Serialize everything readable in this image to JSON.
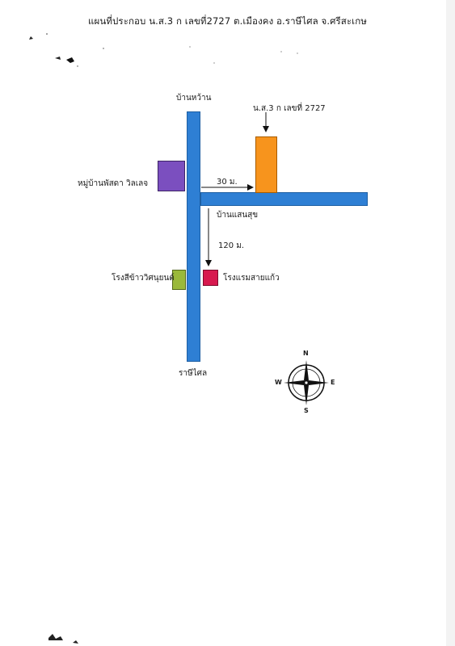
{
  "title": "แผนที่ประกอบ น.ส.3 ก เลขที่2727 ต.เมืองคง อ.ราษีไศล จ.ศรีสะเกษ",
  "places": {
    "north_end": "บ้านหว้าน",
    "south_end": "ราษีไศล",
    "east_road": "บ้านแสนสุข",
    "parcel": "น.ส.3 ก เลขที่ 2727",
    "village": "หมู่บ้านพัสดา วิลเลจ",
    "rice_mill": "โรงสีข้าววิศนุยนต์",
    "hotel": "โรงแรมสายแก้ว"
  },
  "distances": {
    "to_parcel": "30 ม.",
    "to_hotel": "120 ม."
  },
  "compass": {
    "n": "N",
    "s": "S",
    "e": "E",
    "w": "W"
  },
  "colors": {
    "road": "#2e7fd4",
    "parcel": "#f7941d",
    "village": "#7b4fbf",
    "rice_mill": "#9ab93a",
    "hotel": "#d7194f"
  }
}
